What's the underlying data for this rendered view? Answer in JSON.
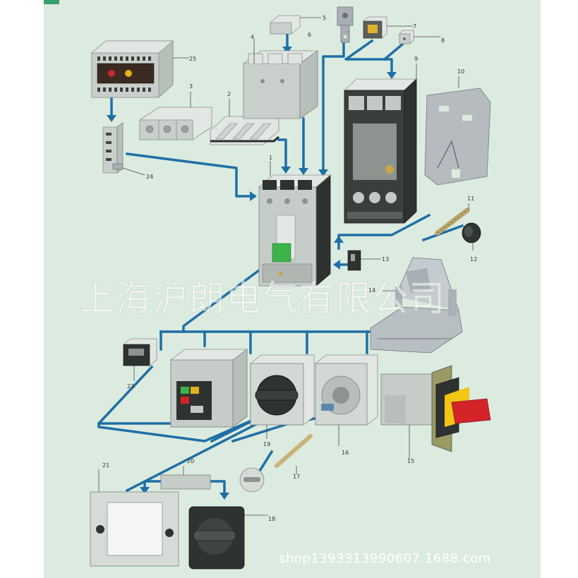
{
  "diagram": {
    "part_numbers": [
      "1",
      "2",
      "3",
      "4",
      "5",
      "6",
      "7",
      "8",
      "9",
      "10",
      "11",
      "12",
      "13",
      "14",
      "15",
      "16",
      "17",
      "18",
      "19",
      "20",
      "21",
      "23",
      "24",
      "25"
    ],
    "watermark_text": "上海沪朗电气有限公司",
    "shop_text": "shop1393313990607.1688.com",
    "colors": {
      "background": "#dcebdf",
      "connector": "#1f6fa6",
      "handle": "#3db24a",
      "rotary_red": "#d4242a",
      "rotary_yellow": "#f2c516"
    }
  }
}
